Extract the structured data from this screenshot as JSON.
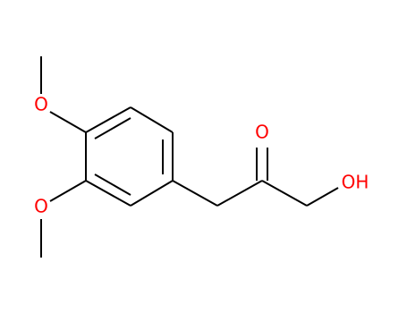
{
  "molecule": {
    "atoms": {
      "o_top_methoxy": "O",
      "o_lower_methoxy": "O",
      "o_carbonyl": "O",
      "hydroxyl": "OH"
    },
    "colors": {
      "bond": "#000000",
      "heteroatom": "#ff0000",
      "background": "#ffffff"
    }
  }
}
